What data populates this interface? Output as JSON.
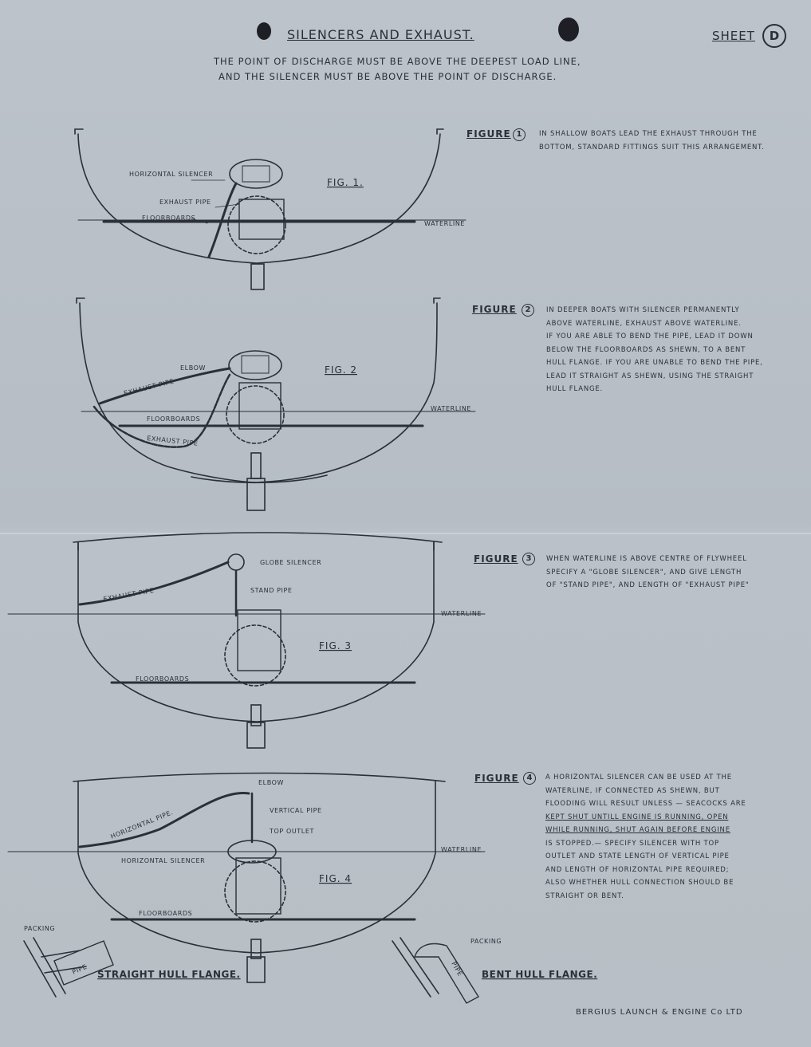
{
  "header": {
    "title": "SILENCERS AND EXHAUST.",
    "sheet_label": "SHEET",
    "sheet_letter": "D",
    "subtitle_line1": "THE POINT OF DISCHARGE MUST BE ABOVE THE DEEPEST LOAD LINE,",
    "subtitle_line2": "AND THE SILENCER MUST BE ABOVE THE POINT OF DISCHARGE."
  },
  "figures": [
    {
      "heading": "FIGURE",
      "number": "1",
      "drawing_label": "FIG. 1.",
      "description": [
        "IN SHALLOW BOATS LEAD THE EXHAUST THROUGH THE",
        "BOTTOM, STANDARD FITTINGS SUIT THIS ARRANGEMENT."
      ],
      "labels": {
        "silencer": "HORIZONTAL SILENCER",
        "pipe": "EXHAUST PIPE",
        "floor": "FLOORBOARDS",
        "water": "WATERLINE"
      }
    },
    {
      "heading": "FIGURE",
      "number": "2",
      "drawing_label": "FIG. 2",
      "description": [
        "IN DEEPER BOATS WITH SILENCER PERMANENTLY",
        "ABOVE WATERLINE, EXHAUST ABOVE WATERLINE.",
        "IF YOU ARE ABLE TO BEND THE PIPE, LEAD IT DOWN",
        "BELOW THE FLOORBOARDS AS SHEWN, TO A BENT",
        "HULL FLANGE. IF YOU ARE UNABLE TO BEND THE PIPE,",
        "LEAD IT STRAIGHT AS SHEWN, USING THE STRAIGHT",
        "HULL FLANGE."
      ],
      "labels": {
        "elbow": "ELBOW",
        "pipe": "EXHAUST PIPE",
        "floor": "FLOORBOARDS",
        "pipe2": "EXHAUST PIPE",
        "water": "WATERLINE"
      }
    },
    {
      "heading": "FIGURE",
      "number": "3",
      "drawing_label": "FIG. 3",
      "description": [
        "WHEN WATERLINE IS ABOVE CENTRE OF FLYWHEEL",
        "SPECIFY A \"GLOBE SILENCER\", AND GIVE LENGTH",
        "OF \"STAND PIPE\", AND LENGTH OF \"EXHAUST PIPE\""
      ],
      "labels": {
        "globe": "GLOBE SILENCER",
        "stand": "STAND PIPE",
        "pipe": "EXHAUST PIPE",
        "floor": "FLOORBOARDS",
        "water": "WATERLINE"
      }
    },
    {
      "heading": "FIGURE",
      "number": "4",
      "drawing_label": "FIG. 4",
      "description": [
        "A HORIZONTAL SILENCER CAN BE USED AT THE",
        "WATERLINE, IF CONNECTED AS SHEWN, BUT",
        "FLOODING WILL RESULT UNLESS — SEACOCKS ARE",
        "KEPT SHUT UNTILL ENGINE IS RUNNING, OPEN",
        "WHILE RUNNING, SHUT AGAIN BEFORE ENGINE",
        "IS STOPPED.— SPECIFY SILENCER WITH TOP",
        "OUTLET AND STATE LENGTH OF VERTICAL PIPE",
        "AND LENGTH OF HORIZONTAL PIPE REQUIRED;",
        "ALSO WHETHER HULL CONNECTION SHOULD BE",
        "STRAIGHT OR BENT."
      ],
      "labels": {
        "elbow": "ELBOW",
        "vertical": "VERTICAL PIPE",
        "top": "TOP OUTLET",
        "pipe": "HORIZONTAL PIPE.",
        "silencer": "HORIZONTAL SILENCER",
        "floor": "FLOORBOARDS",
        "water": "WATERLINE"
      }
    }
  ],
  "flanges": {
    "straight": {
      "title": "STRAIGHT HULL FLANGE.",
      "packing": "PACKING",
      "pipe": "PIPE"
    },
    "bent": {
      "title": "BENT HULL FLANGE.",
      "packing": "PACKING",
      "pipe": "PIPE"
    }
  },
  "footer": "BERGIUS LAUNCH & ENGINE Co LTD"
}
